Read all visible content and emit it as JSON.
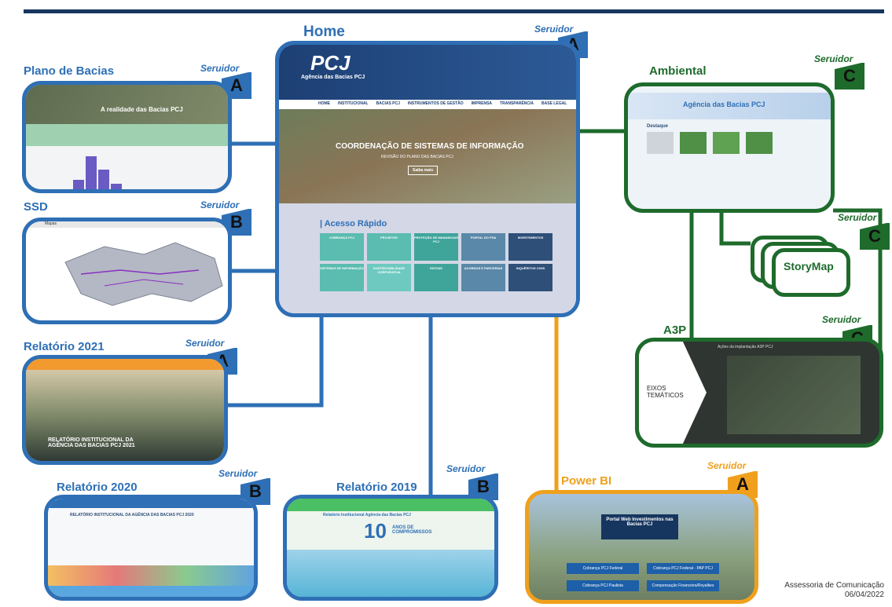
{
  "colors": {
    "blue": "#2e6fb5",
    "green": "#1e6b2c",
    "orange": "#f0a01c",
    "navy": "#16365f"
  },
  "server_label": "Seruidor",
  "home": {
    "title": "Home",
    "server": "A",
    "logo": "PCJ",
    "agency": "Agência das Bacias PCJ",
    "nav": [
      "HOME",
      "INSTITUCIONAL",
      "BACIAS PCJ",
      "INSTRUMENTOS DE GESTÃO",
      "IMPRENSA",
      "TRANSPARÊNCIA",
      "BASE LEGAL"
    ],
    "hero_title": "COORDENAÇÃO DE SISTEMAS DE INFORMAÇÃO",
    "hero_sub": "REVISÃO DO PLANO DAS BACIAS PCJ",
    "hero_btn": "Saiba mais",
    "quick_title": "| Acesso Rápido",
    "quick_items": [
      "COBRANÇA PCJ",
      "PROJETOS",
      "PROTEÇÃO DE MANANCIAIS PCJ",
      "PORTAL DO PSA",
      "INVESTIMENTOS",
      "SISTEMAS DE INFORMAÇÃO",
      "SUSTENTABILIDADE CORPORATIVA",
      "EDITAIS",
      "ACORDOS E PARCERIAS",
      "INQUÉRITOS CIVIS"
    ]
  },
  "plano": {
    "title": "Plano de Bacias",
    "server": "A",
    "banner": "A realidade das Bacias PCJ"
  },
  "ssd": {
    "title": "SSD",
    "server": "B",
    "window": "Mapas"
  },
  "rel2021": {
    "title": "Relatório 2021",
    "server": "A",
    "caption": "RELATÓRIO INSTITUCIONAL DA AGÊNCIA DAS BACIAS PCJ 2021"
  },
  "rel2020": {
    "title": "Relatório 2020",
    "server": "B",
    "caption": "RELATÓRIO INSTITUCIONAL DA AGÊNCIA DAS BACIAS PCJ 2020"
  },
  "rel2019": {
    "title": "Relatório 2019",
    "server": "B",
    "header": "Relatório Institucional Agência das Bacias PCJ",
    "big": "10",
    "anos": "ANOS DE COMPROMISSOS"
  },
  "powerbi": {
    "title": "Power BI",
    "server": "A",
    "portal": "Portal Web Investimentos nas Bacias PCJ",
    "buttons": [
      "Cobrança PCJ Federal",
      "Cobrança PCJ Federal - PAP PCJ",
      "Cobrança PCJ Paulista",
      "Compensação Financeira/Royalties"
    ]
  },
  "ambiental": {
    "title": "Ambiental",
    "server": "C",
    "logo": "Agência das Bacias PCJ",
    "section": "Destaque"
  },
  "storymap": {
    "label": "StoryMap",
    "server": "C"
  },
  "a3p": {
    "title": "A3P",
    "server": "C",
    "eixos": "EIXOS TEMÁTICOS",
    "header": "Ações da implantação A3P PCJ"
  },
  "footer": {
    "dept": "Assessoria de Comunicação",
    "date": "06/04/2022"
  }
}
